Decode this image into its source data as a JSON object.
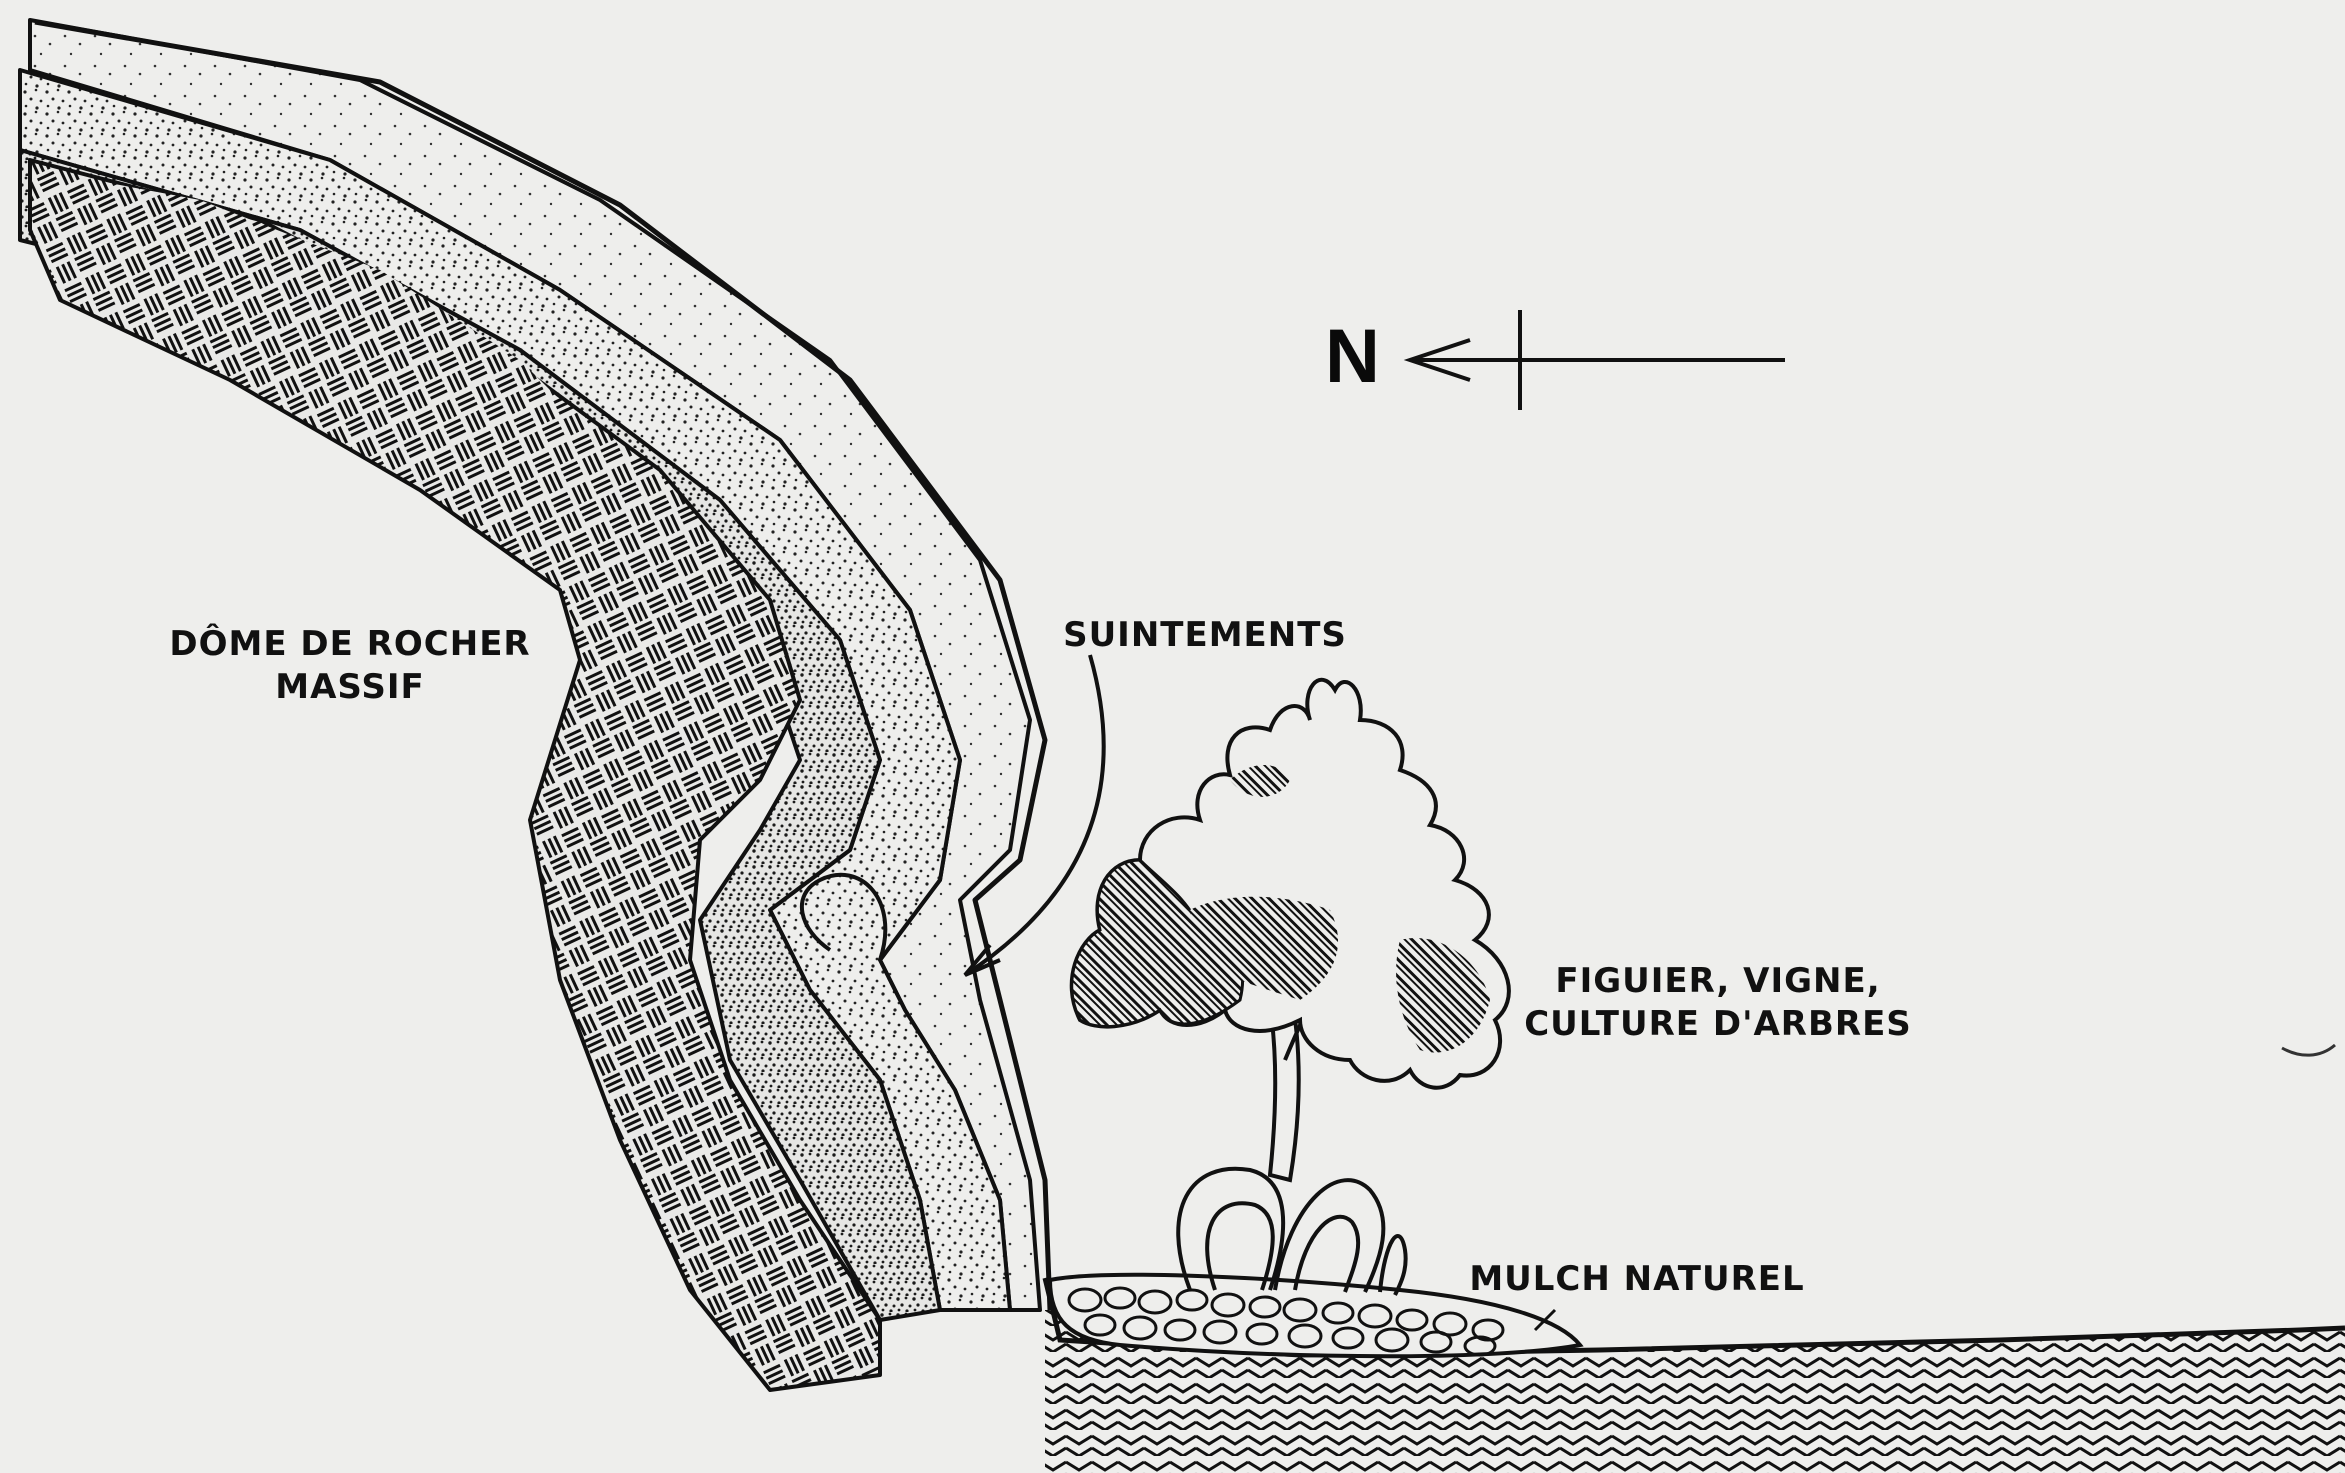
{
  "labels": {
    "dome_line1": "DÔME DE ROCHER",
    "dome_line2": "MASSIF",
    "seepage": "SUINTEMENTS",
    "trees_line1": "FIGUIER, VIGNE,",
    "trees_line2": "CULTURE D'ARBRES",
    "mulch": "MULCH NATUREL",
    "north": "N"
  },
  "colors": {
    "ink": "#111111",
    "paper": "#eeeeec"
  }
}
